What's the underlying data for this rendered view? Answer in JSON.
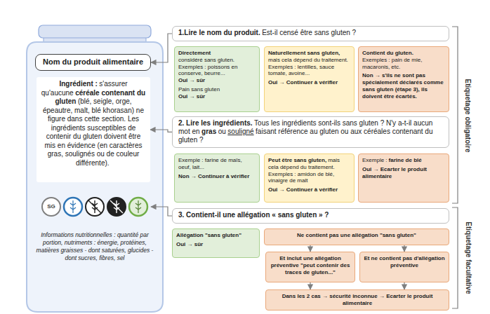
{
  "diagram": {
    "nodes": [
      {
        "text": [
          "Nom du produit alimentaire"
        ]
      },
      {
        "text": [
          "Ingrédient :",
          "s'assurer qu'aucune",
          "céréale contenant du gluten",
          "(blé, seigle, orge, épeautre, malt, blé khorasan) ne figure dans cette section. Les ingrédients susceptibles de contenir du gluten doivent être mis en évidence (en caractères gras, soulignés ou de couleur différente)."
        ]
      },
      {
        "text": [
          "SG"
        ]
      },
      {
        "text": [
          "Informations nutritionnelles : quantité par portion, nutriments : énergie, protéines, matières graisses - dont saturées, glucides -dont sucres, fibres, sel"
        ]
      },
      {
        "text": [
          "1.Lire le nom du produit.",
          "Est-il censé être sans gluten ?"
        ]
      },
      {
        "text": [
          "Directement",
          "considéré sans gluten.",
          "Exemples : poissons en conserve, beurre...",
          "Oui → sûr",
          "Pain sans gluten",
          "Oui → sûr"
        ]
      },
      {
        "text": [
          "Naturellement sans gluten,",
          "mais cela dépend du traitement.",
          "Exemples : lentilles, sauce tomate, avoine...",
          "Oui → Continuer à vérifier"
        ]
      },
      {
        "text": [
          "Contient du gluten.",
          "Exemples : pain de mie, macaronis, etc.",
          "Non → s'ils ne sont pas spécialement déclarés comme sans gluten (étape 3), ils doivent être écartés."
        ]
      },
      {
        "text": [
          "2. Lire les ingrédients.",
          "Tous les ingrédients sont-ils sans gluten ? N'y a-t-il aucun mot en",
          "gras",
          "ou",
          "souligné",
          "faisant référence au gluten ou aux céréales contenant du gluten ?"
        ]
      },
      {
        "text": [
          "Exemple : farine de maïs, oeuf, lait...",
          "Non → Continuer à vérifier"
        ]
      },
      {
        "text": [
          "Peut être sans gluten,",
          "mais cela dépend du traitement.",
          "Exemples : amidon de blé, vinaigre de malt",
          "Oui → Continuer à vérifier"
        ]
      },
      {
        "text": [
          "Exemple :",
          "farine de blé",
          "Oui → Ecarter le produit alimentaire"
        ]
      },
      {
        "text": [
          "3. Contient-il une allégation « sans gluten » ?"
        ]
      },
      {
        "text": [
          "Allégation \"sans gluten\"",
          "Oui → sûr"
        ]
      },
      {
        "text": [
          "Ne contient pas une allégation \"sans gluten\""
        ]
      },
      {
        "text": [
          "Et inclut une allégation préventive \"peut contenir des traces de gluten...\""
        ]
      },
      {
        "text": [
          "Et ne contient pas d'allégation préventive"
        ]
      },
      {
        "text": [
          "Dans les 2 cas → sécurité inconnue → Ecarter le produit alimentaire"
        ]
      }
    ],
    "edges": [
      {
        "from": 4,
        "to": 0,
        "arrow": "to"
      },
      {
        "from": 8,
        "to": 1,
        "arrow": "to"
      },
      {
        "from": 12,
        "to": 2,
        "arrow": "to"
      },
      {
        "from": 14,
        "to": 15,
        "arrow": "to"
      },
      {
        "from": 14,
        "to": 16,
        "arrow": "to"
      },
      {
        "from": 15,
        "to": 17,
        "arrow": "to"
      },
      {
        "from": 16,
        "to": 17,
        "arrow": "to"
      }
    ],
    "labels": [
      "Etiquetage obligatoire",
      "Etiquetage facultative"
    ]
  }
}
